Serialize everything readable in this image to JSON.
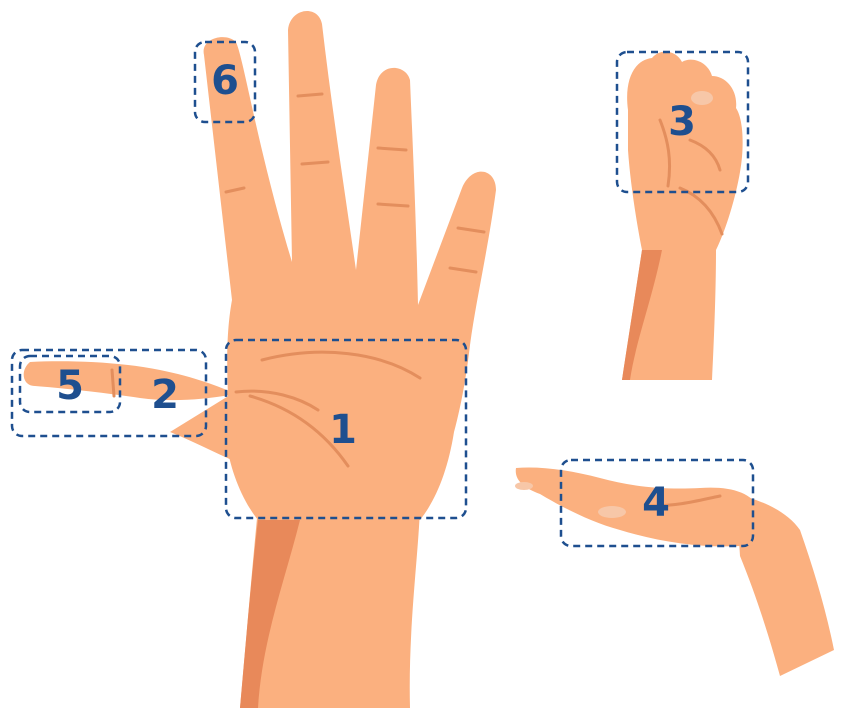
{
  "colors": {
    "skin": "#FBB07F",
    "skin_shadow": "#E8895A",
    "skin_crease": "#E38E5D",
    "nail": "#F7C7A8",
    "label": "#1E4F8F",
    "box_stroke": "#1E4F8F",
    "background": "#FFFFFF"
  },
  "regions": [
    {
      "label": "1",
      "icon": "palm-region"
    },
    {
      "label": "2",
      "icon": "thumb-region"
    },
    {
      "label": "3",
      "icon": "fist-region"
    },
    {
      "label": "4",
      "icon": "palm-up-region"
    },
    {
      "label": "5",
      "icon": "thumb-tip-region"
    },
    {
      "label": "6",
      "icon": "finger-tip-region"
    }
  ]
}
